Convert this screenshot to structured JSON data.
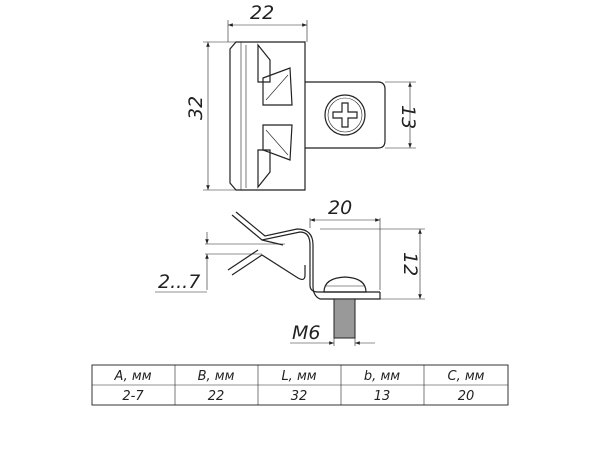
{
  "dimensions": {
    "width_top": "22",
    "length": "32",
    "tab_width": "13",
    "offset": "20",
    "height": "12",
    "clamp_range": "2...7",
    "thread": "M6"
  },
  "table": {
    "headers": [
      "A, мм",
      "B, мм",
      "L, мм",
      "b, мм",
      "C, мм"
    ],
    "values": [
      "2-7",
      "22",
      "32",
      "13",
      "20"
    ]
  }
}
